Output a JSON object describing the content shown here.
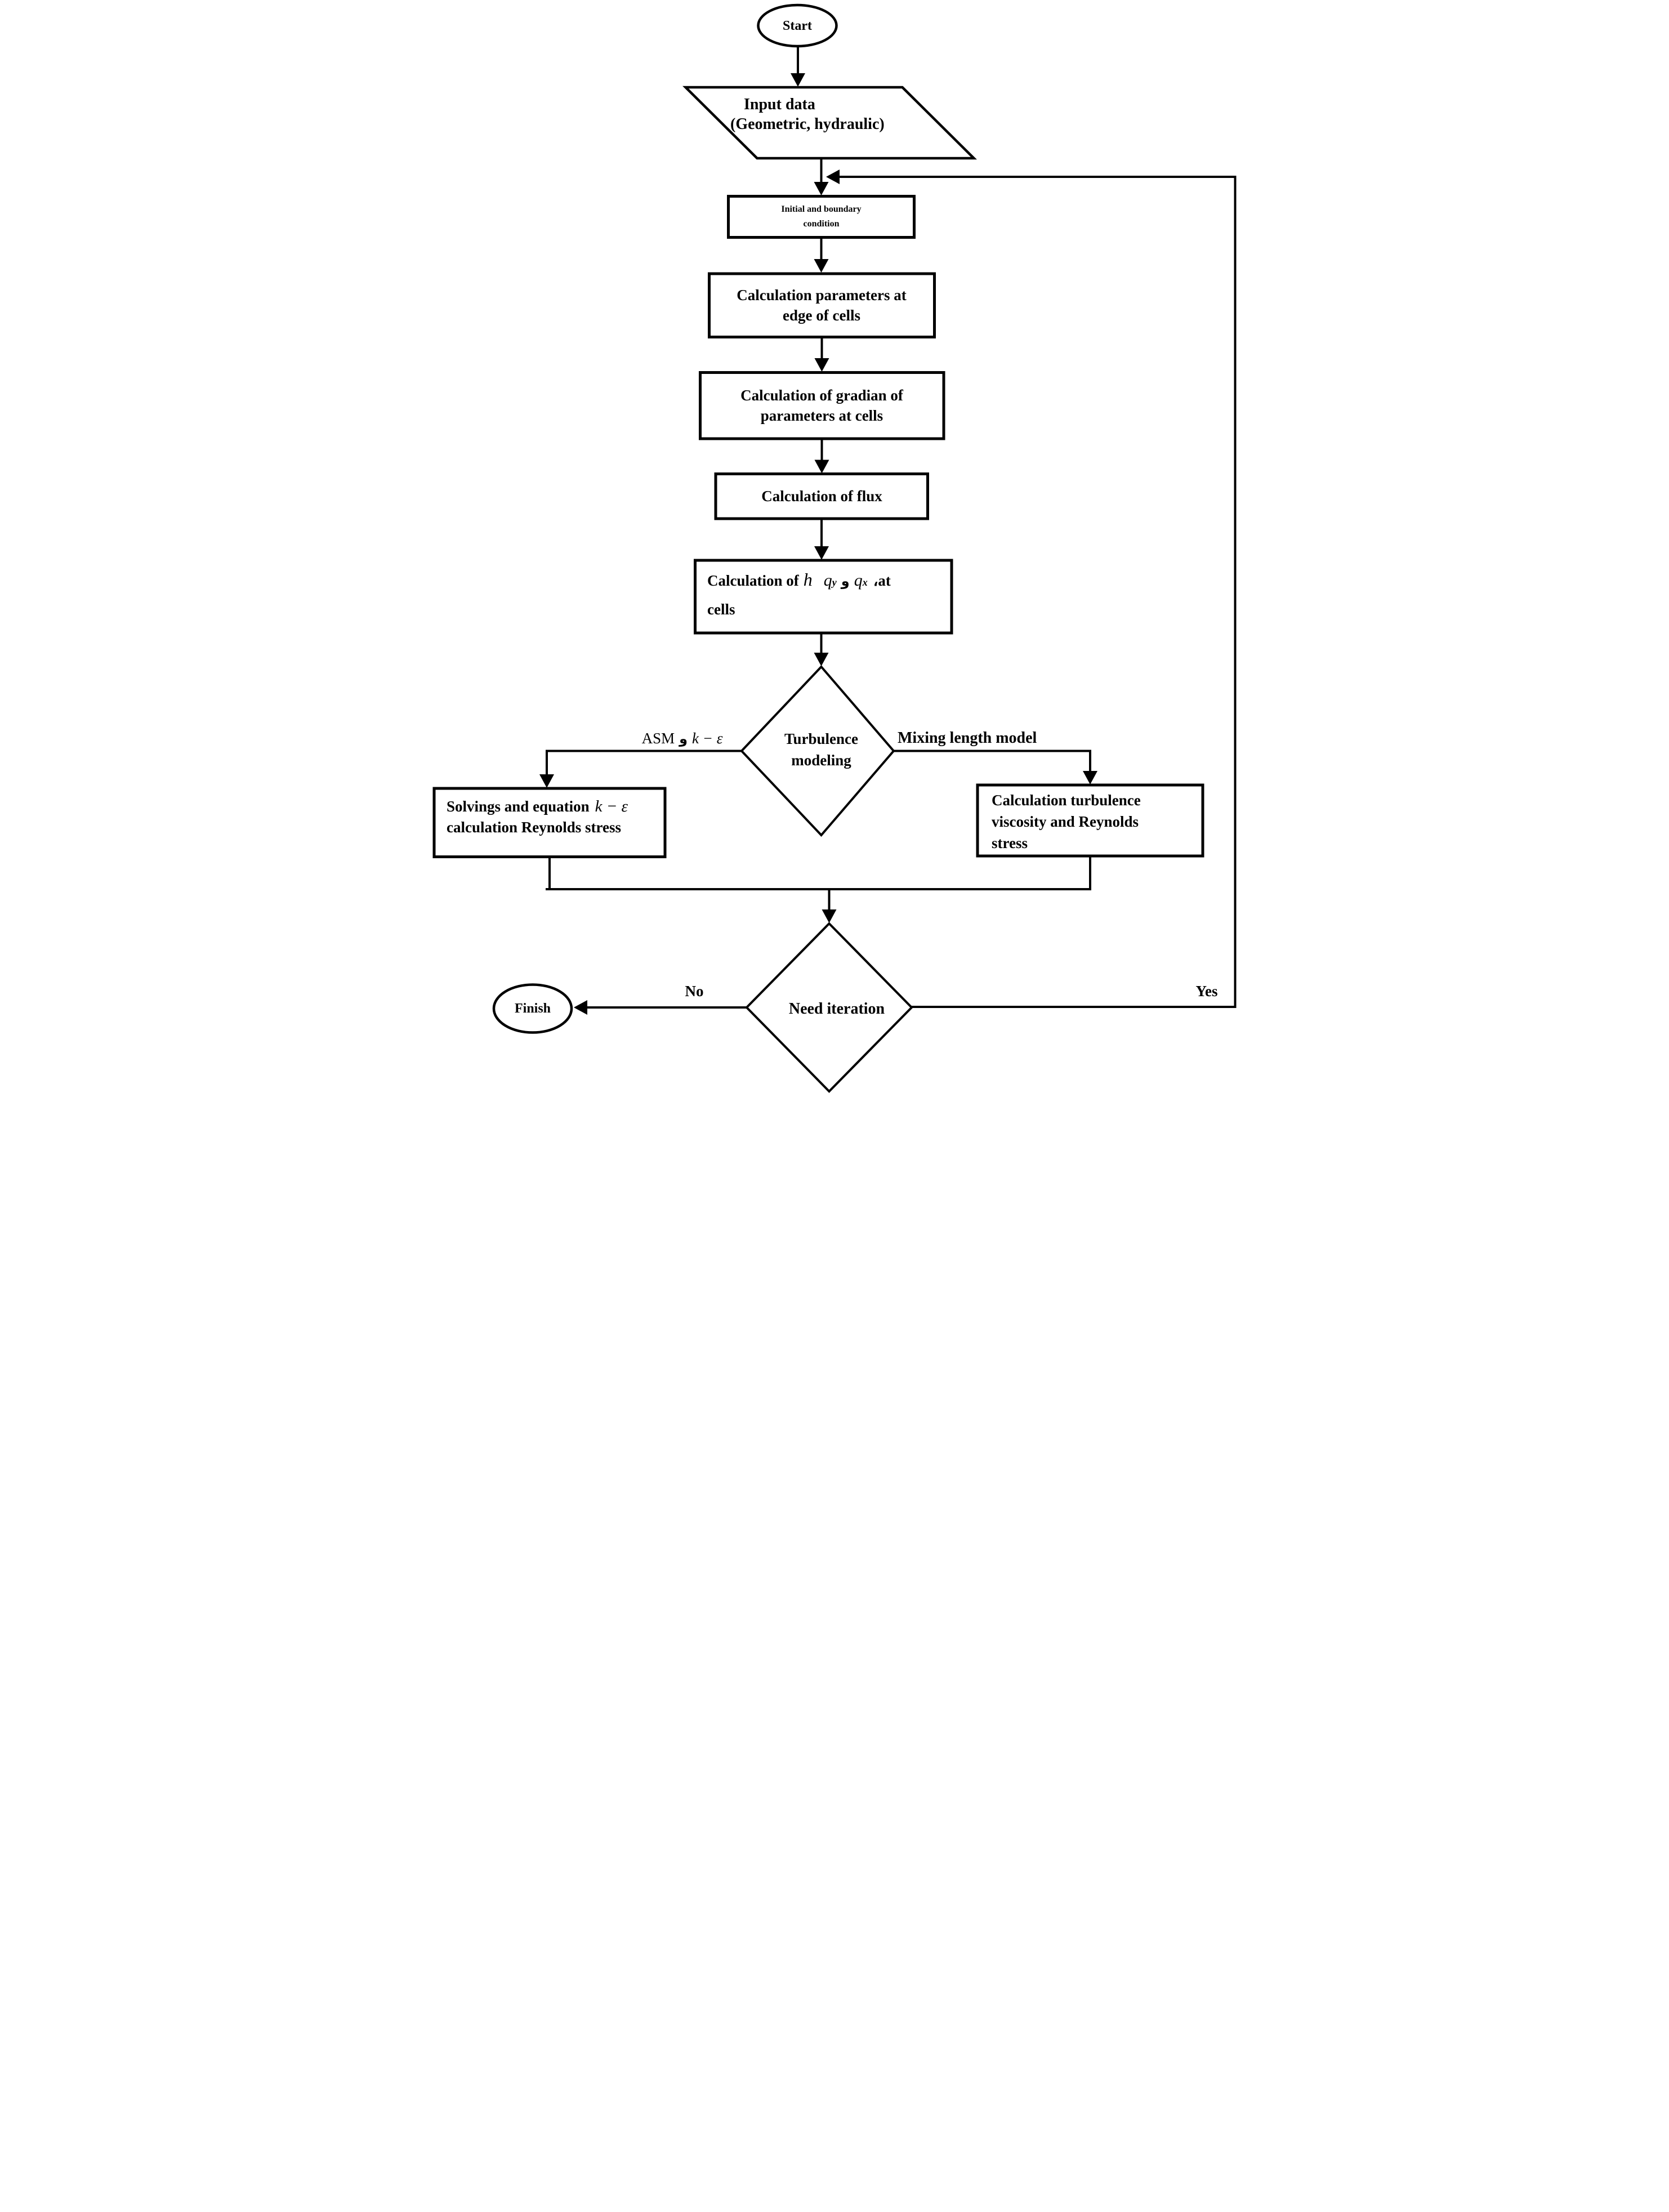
{
  "diagram": {
    "colors": {
      "line": "#000000",
      "background": "#ffffff"
    },
    "math": {
      "k_eps": "k − ε",
      "waw": "و",
      "h": "h",
      "q": "q",
      "sub_y": "y",
      "sub_x": "x"
    },
    "nodes": {
      "start": {
        "label": "Start"
      },
      "input_data": {
        "line1": "Input data",
        "line2": "(Geometric, hydraulic)"
      },
      "initial_condition": {
        "line1": "Initial and boundary",
        "line2": "condition"
      },
      "params_edge": {
        "line1": "Calculation parameters at",
        "line2": "edge of cells"
      },
      "gradient": {
        "line1": "Calculation of gradian of",
        "line2": "parameters at cells"
      },
      "flux": {
        "label": "Calculation of flux"
      },
      "h_q": {
        "prefix": "Calculation of",
        "suffix": "،at",
        "line2": "cells"
      },
      "turbulence": {
        "line1": "Turbulence",
        "line2": "modeling"
      },
      "solve_ke": {
        "line1": "Solvings and equation",
        "line2": "calculation Reynolds stress"
      },
      "viscosity": {
        "line1": "Calculation turbulence",
        "line2": "viscosity and Reynolds",
        "line3": "stress"
      },
      "need_iteration": {
        "label": "Need iteration"
      },
      "finish": {
        "label": "Finish"
      }
    },
    "labels": {
      "asm": "ASM",
      "mixing": "Mixing length model",
      "no": "No",
      "yes": "Yes"
    }
  }
}
